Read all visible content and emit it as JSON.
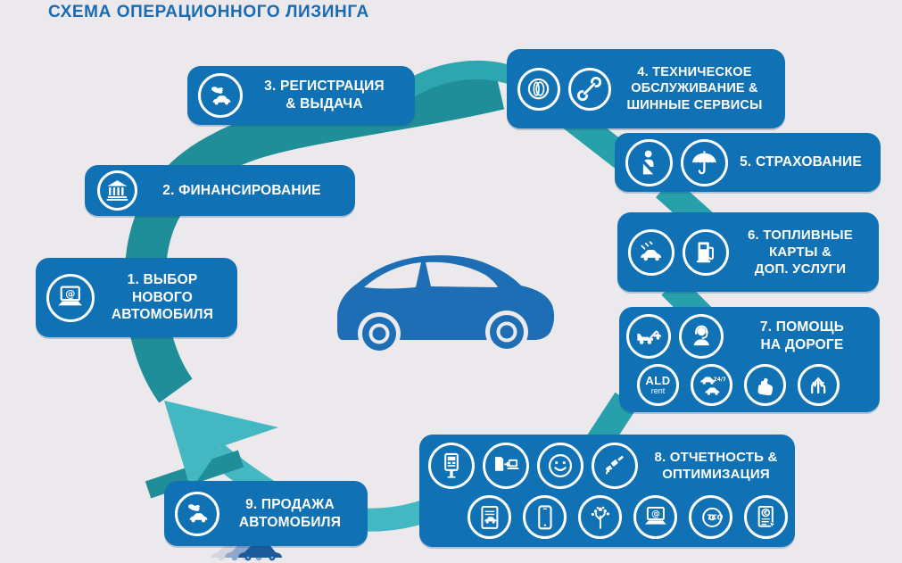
{
  "title": "СХЕМА ОПЕРАЦИОННОГО ЛИЗИНГА",
  "colors": {
    "background": "#ece9ed",
    "box_blue": "#1072b5",
    "title_blue": "#1a6bb3",
    "teal_dark": "#1f8e99",
    "teal_mid": "#28a0ab",
    "teal_light": "#43b7c2",
    "car_blue": "#1d6eb5",
    "trail_light": "#d3d4de",
    "trail_mid": "#8fa6cd",
    "trail_dark": "#1c5c9c"
  },
  "steps": [
    {
      "number": "1.",
      "label": "1. ВЫБОР\nНОВОГО\nАВТОМОБИЛЯ",
      "icons": [
        "laptop-email"
      ]
    },
    {
      "number": "2.",
      "label": "2. ФИНАНСИРОВАНИЕ",
      "icons": [
        "bank"
      ]
    },
    {
      "number": "3.",
      "label": "3. РЕГИСТРАЦИЯ\n& ВЫДАЧА",
      "icons": [
        "key-handover"
      ]
    },
    {
      "number": "4.",
      "label": "4. ТЕХНИЧЕСКОЕ\nОБСЛУЖИВАНИЕ &\nШИННЫЕ СЕРВИСЫ",
      "icons": [
        "tire",
        "wrench"
      ]
    },
    {
      "number": "5.",
      "label": "5. СТРАХОВАНИЕ",
      "icons": [
        "seatbelt",
        "umbrella"
      ]
    },
    {
      "number": "6.",
      "label": "6. ТОПЛИВНЫЕ\nКАРТЫ &\nДОП. УСЛУГИ",
      "icons": [
        "car-wash",
        "fuel-pump"
      ]
    },
    {
      "number": "7.",
      "label": "7. ПОМОЩЬ\nНА ДОРОГЕ",
      "icons_top": [
        "tow-truck",
        "operator"
      ],
      "icons_bottom": [
        "ald-rent",
        "cars-247",
        "hand-help",
        "route-arrows"
      ]
    },
    {
      "number": "8.",
      "label": "8. ОТЧЕТНОСТЬ &\nОПТИМИЗАЦИЯ",
      "icons_top": [
        "parking-meter",
        "doc-transfer",
        "smiley",
        "satellite"
      ],
      "icons_bottom": [
        "doc-car",
        "smartphone",
        "tree",
        "laptop-email",
        "tco-disc",
        "doc-euro"
      ]
    },
    {
      "number": "9.",
      "label": "9. ПРОДАЖА\nАВТОМОБИЛЯ",
      "icons": [
        "key-handover"
      ]
    }
  ],
  "badges": {
    "ald": "ALD",
    "ald_sub": "rent",
    "round_clock": "24/7",
    "tco": "TCO",
    "euro": "€"
  }
}
